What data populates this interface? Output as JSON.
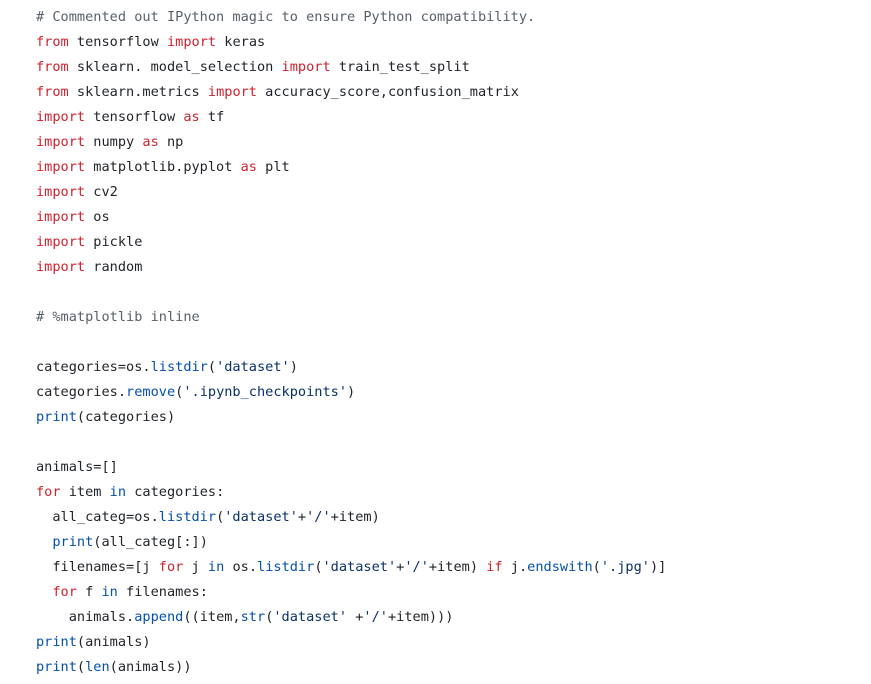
{
  "editor": {
    "language": "python",
    "colors": {
      "background": "#ffffff",
      "text": "#1f2328",
      "comment": "#57606a",
      "keyword": "#cf222e",
      "function": "#0550ae",
      "string": "#0a3069"
    },
    "lines": [
      [
        {
          "t": "c",
          "v": "# Commented out IPython magic to ensure Python compatibility."
        }
      ],
      [
        {
          "t": "k",
          "v": "from"
        },
        {
          "t": "p",
          "v": " tensorflow "
        },
        {
          "t": "k",
          "v": "import"
        },
        {
          "t": "p",
          "v": " keras"
        }
      ],
      [
        {
          "t": "k",
          "v": "from"
        },
        {
          "t": "p",
          "v": " sklearn. model_selection "
        },
        {
          "t": "k",
          "v": "import"
        },
        {
          "t": "p",
          "v": " train_test_split"
        }
      ],
      [
        {
          "t": "k",
          "v": "from"
        },
        {
          "t": "p",
          "v": " sklearn.metrics "
        },
        {
          "t": "k",
          "v": "import"
        },
        {
          "t": "p",
          "v": " accuracy_score,confusion_matrix"
        }
      ],
      [
        {
          "t": "k",
          "v": "import"
        },
        {
          "t": "p",
          "v": " tensorflow "
        },
        {
          "t": "k",
          "v": "as"
        },
        {
          "t": "p",
          "v": " tf"
        }
      ],
      [
        {
          "t": "k",
          "v": "import"
        },
        {
          "t": "p",
          "v": " numpy "
        },
        {
          "t": "k",
          "v": "as"
        },
        {
          "t": "p",
          "v": " np"
        }
      ],
      [
        {
          "t": "k",
          "v": "import"
        },
        {
          "t": "p",
          "v": " matplotlib.pyplot "
        },
        {
          "t": "k",
          "v": "as"
        },
        {
          "t": "p",
          "v": " plt"
        }
      ],
      [
        {
          "t": "k",
          "v": "import"
        },
        {
          "t": "p",
          "v": " cv2"
        }
      ],
      [
        {
          "t": "k",
          "v": "import"
        },
        {
          "t": "p",
          "v": " os"
        }
      ],
      [
        {
          "t": "k",
          "v": "import"
        },
        {
          "t": "p",
          "v": " pickle"
        }
      ],
      [
        {
          "t": "k",
          "v": "import"
        },
        {
          "t": "p",
          "v": " random"
        }
      ],
      [],
      [
        {
          "t": "c",
          "v": "# %matplotlib inline"
        }
      ],
      [],
      [
        {
          "t": "p",
          "v": "categories=os."
        },
        {
          "t": "f",
          "v": "listdir"
        },
        {
          "t": "p",
          "v": "("
        },
        {
          "t": "s",
          "v": "'dataset'"
        },
        {
          "t": "p",
          "v": ")"
        }
      ],
      [
        {
          "t": "p",
          "v": "categories."
        },
        {
          "t": "f",
          "v": "remove"
        },
        {
          "t": "p",
          "v": "("
        },
        {
          "t": "s",
          "v": "'.ipynb_checkpoints'"
        },
        {
          "t": "p",
          "v": ")"
        }
      ],
      [
        {
          "t": "f",
          "v": "print"
        },
        {
          "t": "p",
          "v": "(categories)"
        }
      ],
      [],
      [
        {
          "t": "p",
          "v": "animals=[]"
        }
      ],
      [
        {
          "t": "k",
          "v": "for"
        },
        {
          "t": "p",
          "v": " item "
        },
        {
          "t": "f",
          "v": "in"
        },
        {
          "t": "p",
          "v": " categories:"
        }
      ],
      [
        {
          "t": "p",
          "v": "  all_categ=os."
        },
        {
          "t": "f",
          "v": "listdir"
        },
        {
          "t": "p",
          "v": "("
        },
        {
          "t": "s",
          "v": "'dataset'"
        },
        {
          "t": "p",
          "v": "+"
        },
        {
          "t": "s",
          "v": "'/'"
        },
        {
          "t": "p",
          "v": "+item)"
        }
      ],
      [
        {
          "t": "p",
          "v": "  "
        },
        {
          "t": "f",
          "v": "print"
        },
        {
          "t": "p",
          "v": "(all_categ[:])"
        }
      ],
      [
        {
          "t": "p",
          "v": "  filenames=[j "
        },
        {
          "t": "k",
          "v": "for"
        },
        {
          "t": "p",
          "v": " j "
        },
        {
          "t": "f",
          "v": "in"
        },
        {
          "t": "p",
          "v": " os."
        },
        {
          "t": "f",
          "v": "listdir"
        },
        {
          "t": "p",
          "v": "("
        },
        {
          "t": "s",
          "v": "'dataset'"
        },
        {
          "t": "p",
          "v": "+"
        },
        {
          "t": "s",
          "v": "'/'"
        },
        {
          "t": "p",
          "v": "+item) "
        },
        {
          "t": "k",
          "v": "if"
        },
        {
          "t": "p",
          "v": " j."
        },
        {
          "t": "f",
          "v": "endswith"
        },
        {
          "t": "p",
          "v": "("
        },
        {
          "t": "s",
          "v": "'.jpg'"
        },
        {
          "t": "p",
          "v": ")]"
        }
      ],
      [
        {
          "t": "p",
          "v": "  "
        },
        {
          "t": "k",
          "v": "for"
        },
        {
          "t": "p",
          "v": " f "
        },
        {
          "t": "f",
          "v": "in"
        },
        {
          "t": "p",
          "v": " filenames:"
        }
      ],
      [
        {
          "t": "p",
          "v": "    animals."
        },
        {
          "t": "f",
          "v": "append"
        },
        {
          "t": "p",
          "v": "((item,"
        },
        {
          "t": "f",
          "v": "str"
        },
        {
          "t": "p",
          "v": "("
        },
        {
          "t": "s",
          "v": "'dataset'"
        },
        {
          "t": "p",
          "v": " +"
        },
        {
          "t": "s",
          "v": "'/'"
        },
        {
          "t": "p",
          "v": "+item)))"
        }
      ],
      [
        {
          "t": "f",
          "v": "print"
        },
        {
          "t": "p",
          "v": "(animals)"
        }
      ],
      [
        {
          "t": "f",
          "v": "print"
        },
        {
          "t": "p",
          "v": "("
        },
        {
          "t": "f",
          "v": "len"
        },
        {
          "t": "p",
          "v": "(animals))"
        }
      ]
    ]
  }
}
